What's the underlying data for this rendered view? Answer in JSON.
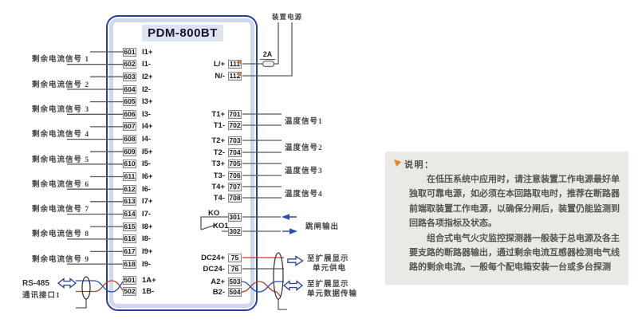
{
  "device_title": "PDM-800BT",
  "power": {
    "source_label": "装置电源",
    "fuse_label": "2A",
    "l_label": "L/+",
    "n_label": "N/-",
    "terminals": [
      "111",
      "112"
    ]
  },
  "residual_signals": {
    "groups": [
      {
        "label": "剩余电流信号 1",
        "pins": [
          {
            "no": "601",
            "name": "I1+"
          },
          {
            "no": "602",
            "name": "I1-"
          }
        ]
      },
      {
        "label": "剩余电流信号 2",
        "pins": [
          {
            "no": "603",
            "name": "I2+"
          },
          {
            "no": "604",
            "name": "I2-"
          }
        ]
      },
      {
        "label": "剩余电流信号 3",
        "pins": [
          {
            "no": "605",
            "name": "I3+"
          },
          {
            "no": "606",
            "name": "I3-"
          }
        ]
      },
      {
        "label": "剩余电流信号 4",
        "pins": [
          {
            "no": "607",
            "name": "I4+"
          },
          {
            "no": "608",
            "name": "I4-"
          }
        ]
      },
      {
        "label": "剩余电流信号 5",
        "pins": [
          {
            "no": "609",
            "name": "I5+"
          },
          {
            "no": "610",
            "name": "I5-"
          }
        ]
      },
      {
        "label": "剩余电流信号 6",
        "pins": [
          {
            "no": "611",
            "name": "I6+"
          },
          {
            "no": "612",
            "name": "I6-"
          }
        ]
      },
      {
        "label": "剩余电流信号 7",
        "pins": [
          {
            "no": "613",
            "name": "I7+"
          },
          {
            "no": "614",
            "name": "I7-"
          }
        ]
      },
      {
        "label": "剩余电流信号 8",
        "pins": [
          {
            "no": "615",
            "name": "I8+"
          },
          {
            "no": "616",
            "name": "I8-"
          }
        ]
      },
      {
        "label": "剩余电流信号 9",
        "pins": [
          {
            "no": "617",
            "name": "I9+"
          },
          {
            "no": "618",
            "name": "I9-"
          }
        ]
      }
    ]
  },
  "rs485": {
    "label_line1": "RS-485",
    "label_line2": "通讯接口1",
    "pins": [
      {
        "no": "501",
        "name": "1A+"
      },
      {
        "no": "502",
        "name": "1B-"
      }
    ]
  },
  "temperature": {
    "groups": [
      {
        "label": "温度信号1",
        "pins": [
          {
            "no": "701",
            "name": "T1+"
          },
          {
            "no": "702",
            "name": "T1-"
          }
        ]
      },
      {
        "label": "温度信号2",
        "pins": [
          {
            "no": "703",
            "name": "T2+"
          },
          {
            "no": "704",
            "name": "T2-"
          }
        ]
      },
      {
        "label": "温度信号3",
        "pins": [
          {
            "no": "705",
            "name": "T3+"
          },
          {
            "no": "706",
            "name": "T3-"
          }
        ]
      },
      {
        "label": "温度信号4",
        "pins": [
          {
            "no": "707",
            "name": "T4+"
          },
          {
            "no": "708",
            "name": "T4-"
          }
        ]
      }
    ]
  },
  "trip": {
    "contact_labels": [
      "KO",
      "KO1"
    ],
    "terminals": [
      "301",
      "302"
    ],
    "label": "跳闸输出"
  },
  "expansion": {
    "power_pins": [
      {
        "no": "75",
        "name": "DC24+"
      },
      {
        "no": "76",
        "name": "DC24-"
      }
    ],
    "power_label_line1": "至扩展显示",
    "power_label_line2": "单元供电",
    "data_pins": [
      {
        "no": "503",
        "name": "A2+"
      },
      {
        "no": "504",
        "name": "B2-"
      }
    ],
    "data_label_line1": "至扩展显示",
    "data_label_line2": "单元数据传输"
  },
  "note": {
    "title": "说明：",
    "p1": "在低压系统中应用时，请注意装置工作电源最好单独取可靠电源，如必须在本回路取电时，推荐在断路器前端取装置工作电源，以确保分闸后，装置仍能监测到回路各项指标及状态。",
    "p2": "组合式电气火灾监控探测器一般装于总电源及各主要支路的断路器输出，通过剩余电流互感器检测电气线路的剩余电流。一般每个配电箱安装一台或多台探测"
  },
  "colors": {
    "device_border": "#24409a",
    "device_band": "#cdd8f0",
    "wire": "#5a5a5a",
    "wire_red": "#c23a2e",
    "wire_blue": "#2b4db8",
    "accent_orange": "#e8821e",
    "note_bg": "#eae9e6"
  }
}
